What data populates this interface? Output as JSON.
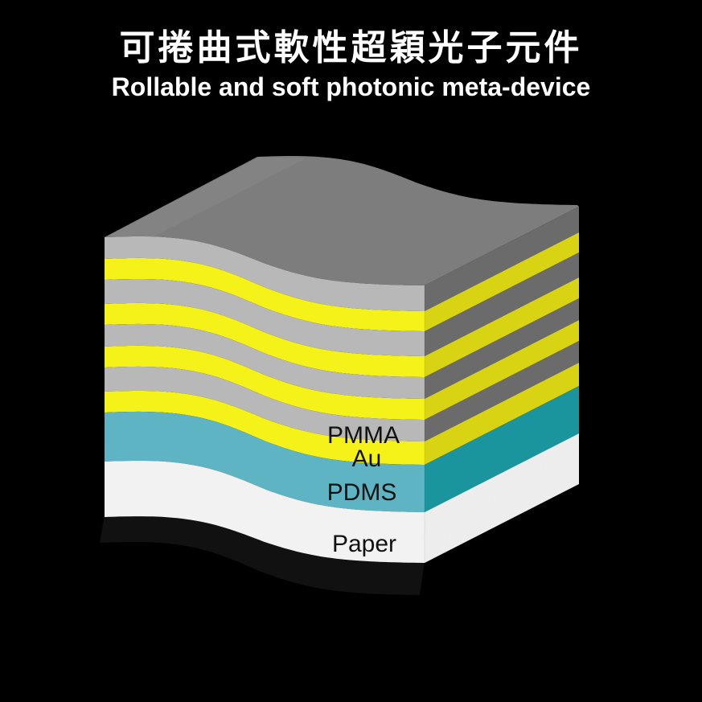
{
  "header": {
    "title_zh": "可捲曲式軟性超穎光子元件",
    "title_en": "Rollable and soft photonic meta-device"
  },
  "diagram": {
    "type": "layered-stack-cross-section",
    "layers_top_to_bottom": [
      {
        "name": "PMMA",
        "color_front": "#b8b8b8",
        "color_side": "#6b6b6b"
      },
      {
        "name": "Au",
        "color_front": "#f5f21a",
        "color_side": "#d8d414"
      },
      {
        "name": "PMMA",
        "color_front": "#b8b8b8",
        "color_side": "#6b6b6b"
      },
      {
        "name": "Au",
        "color_front": "#f5f21a",
        "color_side": "#d8d414"
      },
      {
        "name": "PMMA",
        "color_front": "#b8b8b8",
        "color_side": "#6b6b6b"
      },
      {
        "name": "Au",
        "color_front": "#f5f21a",
        "color_side": "#d8d414"
      },
      {
        "name": "PMMA",
        "color_front": "#b8b8b8",
        "color_side": "#6b6b6b"
      },
      {
        "name": "Au",
        "color_front": "#f5f21a",
        "color_side": "#d8d414"
      },
      {
        "name": "PDMS",
        "color_front": "#5fb4c4",
        "color_side": "#1a959d"
      },
      {
        "name": "Paper",
        "color_front": "#f2f2f2",
        "color_side": "#e8e8e8"
      }
    ],
    "labels": {
      "pmma": "PMMA",
      "au": "Au",
      "pdms": "PDMS",
      "paper": "Paper"
    },
    "colors": {
      "background": "#000000",
      "top_face": "#7d7d7d",
      "pmma_front": "#b8b8b8",
      "pmma_side": "#6b6b6b",
      "au_front": "#f5f21a",
      "au_side": "#d8d414",
      "pdms_front": "#5fb4c4",
      "pdms_side": "#1a959d",
      "paper": "#f2f2f2",
      "base_shadow": "#111111"
    }
  }
}
